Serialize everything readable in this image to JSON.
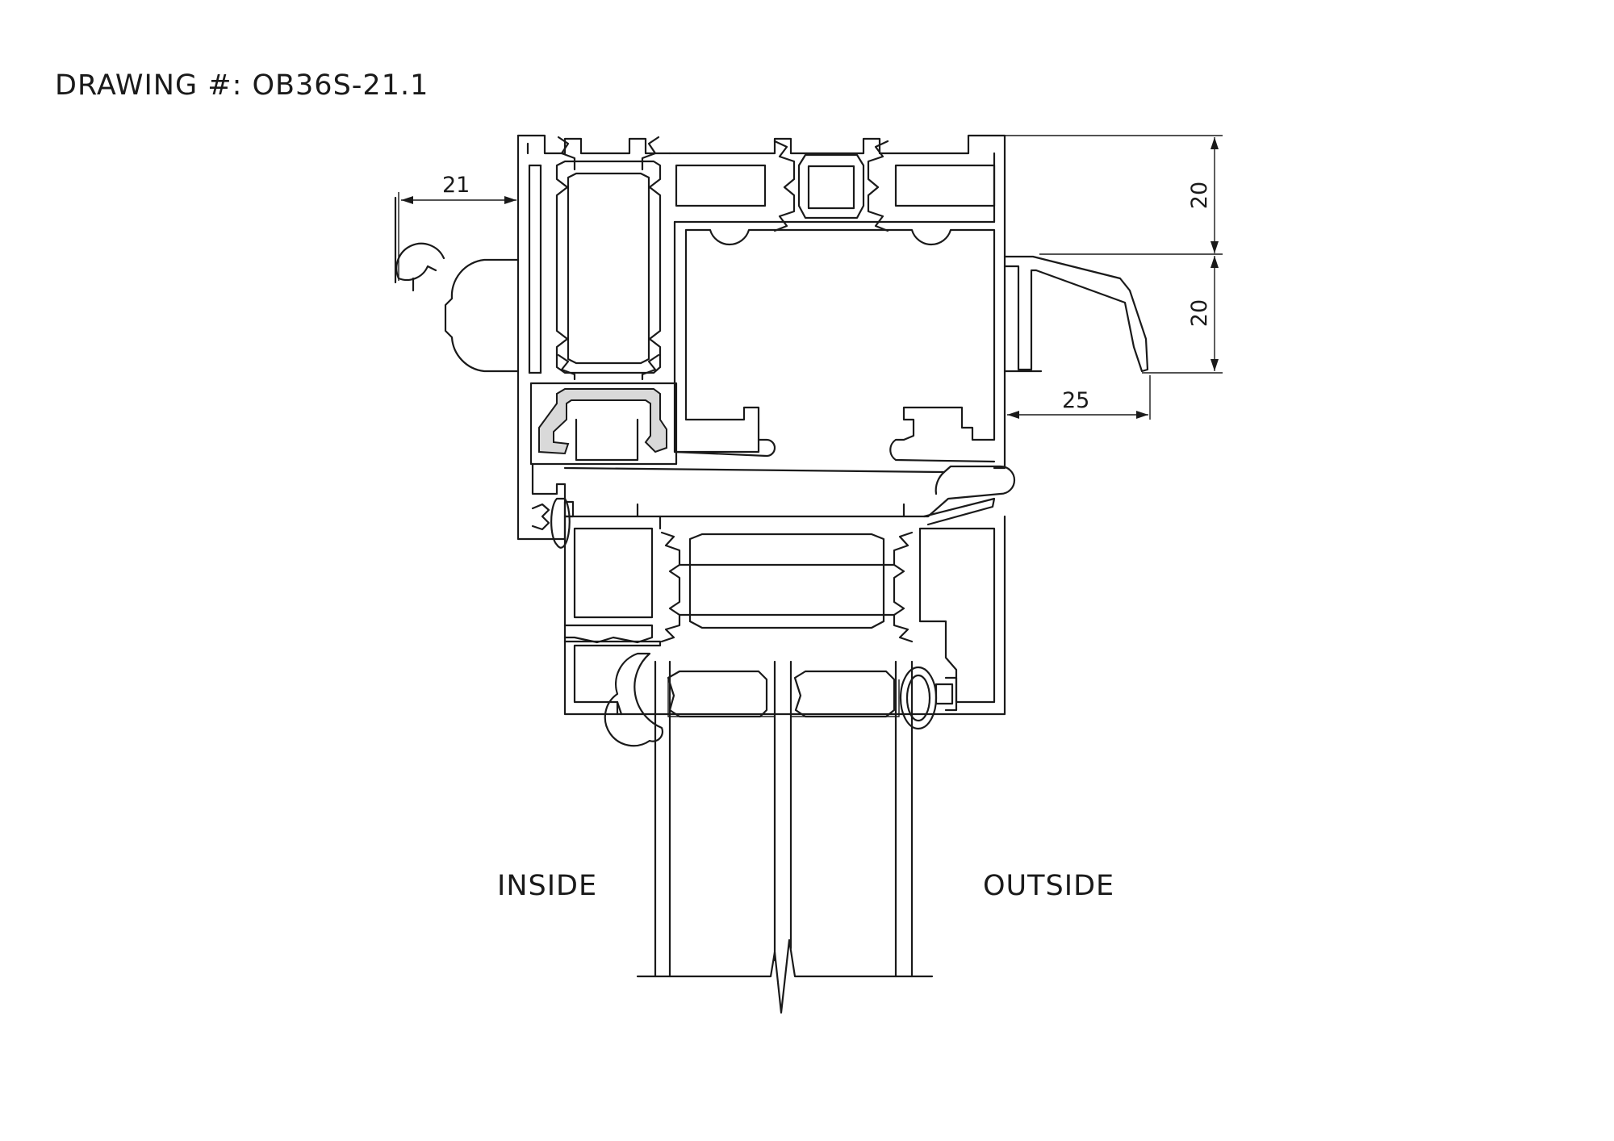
{
  "title": "DRAWING #: OB36S-21.1",
  "labels": {
    "inside": "INSIDE",
    "outside": "OUTSIDE"
  },
  "dimensions": {
    "left_offset": "21",
    "top_height": "20",
    "mid_height": "20",
    "right_offset": "25"
  },
  "colors": {
    "line": "#1a1a1a",
    "gasket": "#d9d9d9",
    "background": "#ffffff"
  }
}
